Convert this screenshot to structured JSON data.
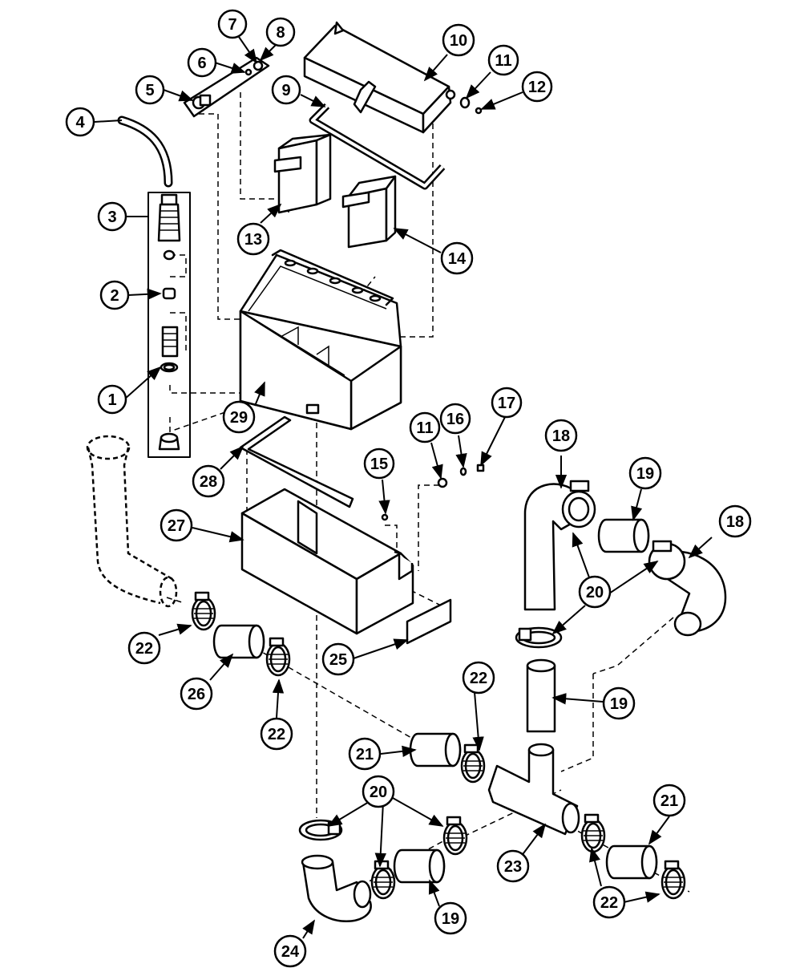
{
  "diagram": {
    "type": "exploded-parts-view",
    "callouts": [
      {
        "id": "c1",
        "label": "1"
      },
      {
        "id": "c2",
        "label": "2"
      },
      {
        "id": "c3",
        "label": "3"
      },
      {
        "id": "c4",
        "label": "4"
      },
      {
        "id": "c5",
        "label": "5"
      },
      {
        "id": "c6",
        "label": "6"
      },
      {
        "id": "c7",
        "label": "7"
      },
      {
        "id": "c8",
        "label": "8"
      },
      {
        "id": "c9",
        "label": "9"
      },
      {
        "id": "c10",
        "label": "10"
      },
      {
        "id": "c11a",
        "label": "11"
      },
      {
        "id": "c12",
        "label": "12"
      },
      {
        "id": "c13",
        "label": "13"
      },
      {
        "id": "c14",
        "label": "14"
      },
      {
        "id": "c15",
        "label": "15"
      },
      {
        "id": "c11b",
        "label": "11"
      },
      {
        "id": "c16",
        "label": "16"
      },
      {
        "id": "c17",
        "label": "17"
      },
      {
        "id": "c18a",
        "label": "18"
      },
      {
        "id": "c18b",
        "label": "18"
      },
      {
        "id": "c19a",
        "label": "19"
      },
      {
        "id": "c19b",
        "label": "19"
      },
      {
        "id": "c19c",
        "label": "19"
      },
      {
        "id": "c20a",
        "label": "20"
      },
      {
        "id": "c20b",
        "label": "20"
      },
      {
        "id": "c21a",
        "label": "21"
      },
      {
        "id": "c21b",
        "label": "21"
      },
      {
        "id": "c22a",
        "label": "22"
      },
      {
        "id": "c22b",
        "label": "22"
      },
      {
        "id": "c22c",
        "label": "22"
      },
      {
        "id": "c22d",
        "label": "22"
      },
      {
        "id": "c23",
        "label": "23"
      },
      {
        "id": "c24",
        "label": "24"
      },
      {
        "id": "c25",
        "label": "25"
      },
      {
        "id": "c26",
        "label": "26"
      },
      {
        "id": "c27",
        "label": "27"
      },
      {
        "id": "c28",
        "label": "28"
      },
      {
        "id": "c29",
        "label": "29"
      }
    ]
  }
}
